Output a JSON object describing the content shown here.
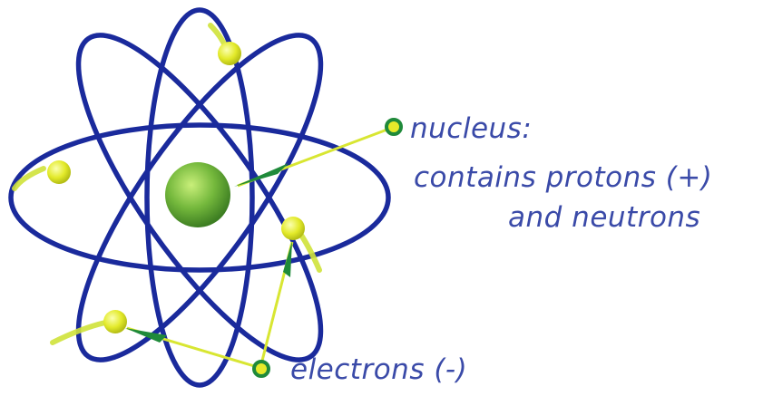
{
  "labels": {
    "nucleus_title": "nucleus:",
    "nucleus_line1": "contains protons (+)",
    "nucleus_line2": "and neutrons",
    "electrons": "electrons (-)"
  },
  "colors": {
    "orbit": "#1a2a9c",
    "nucleus": "#6fb43a",
    "electron": "#e6ea2a",
    "pointer_line": "#d8e632",
    "pointer_arrow": "#1f8a3a",
    "text": "#3a4aa8"
  }
}
